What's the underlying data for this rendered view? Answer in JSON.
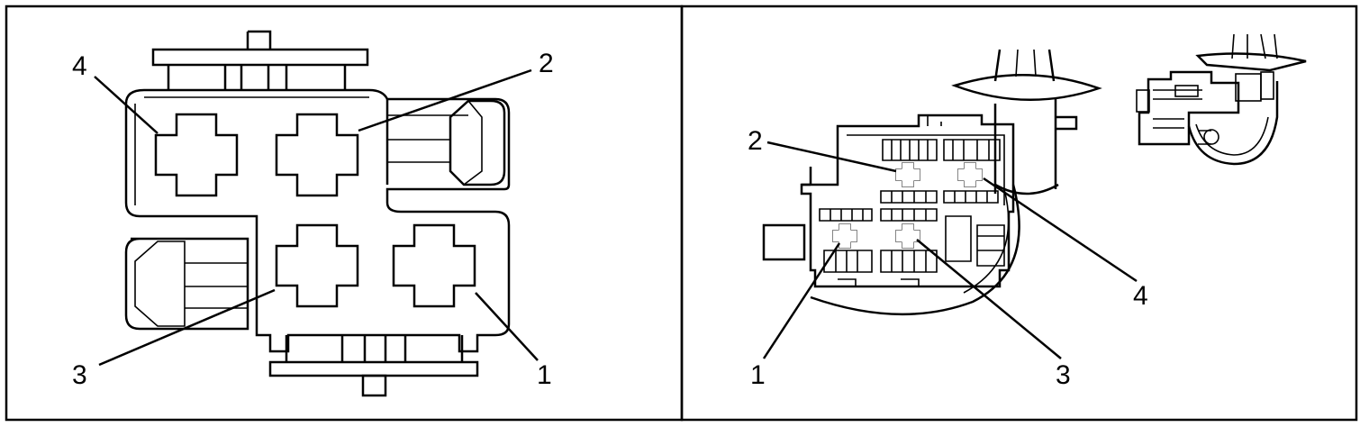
{
  "left_view": {
    "callouts": [
      "4",
      "2",
      "3",
      "1"
    ]
  },
  "right_view": {
    "callouts": [
      "2",
      "4",
      "1",
      "3"
    ]
  }
}
